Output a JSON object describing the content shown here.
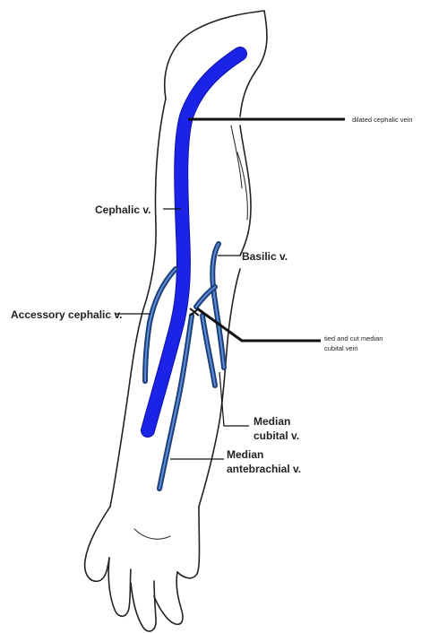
{
  "labels": {
    "dilated_cephalic": "dilated cephalic vein",
    "cephalic": "Cephalic v.",
    "basilic": "Basilic v.",
    "accessory_cephalic": "Accessory cephalic v.",
    "tied_cut_line1": "tied and cut median",
    "tied_cut_line2": "cubital vein",
    "median_cubital_line1": "Median",
    "median_cubital_line2": "cubital v.",
    "median_antebrachial_line1": "Median",
    "median_antebrachial_line2": "antebrachial v."
  },
  "colors": {
    "dilated_vein": "#1a23e6",
    "vein": "#1f3f7a",
    "vein_highlight": "#5a8fd8",
    "outline": "#222222"
  }
}
